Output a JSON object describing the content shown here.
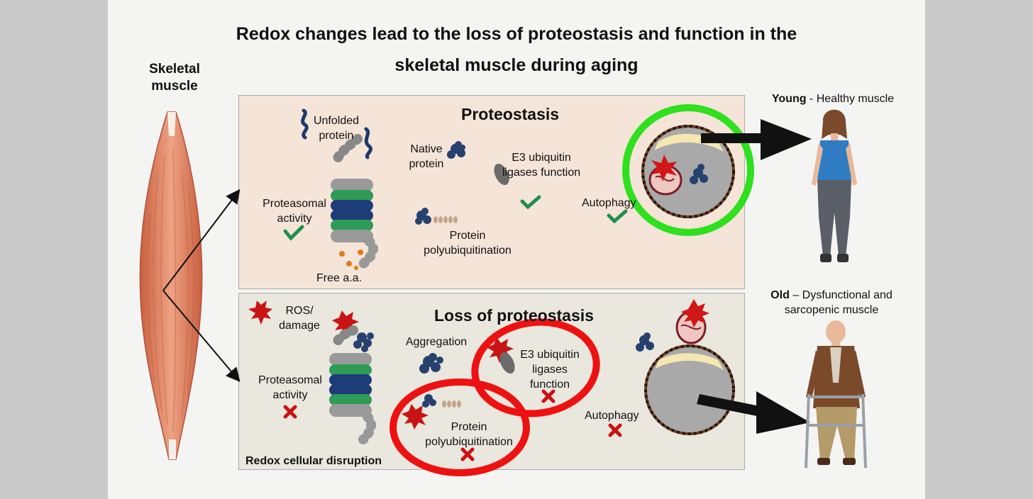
{
  "title": {
    "line1": "Redox changes lead to the loss of proteostasis and function in the",
    "line2": "skeletal muscle during aging"
  },
  "muscle": {
    "label": "Skeletal muscle"
  },
  "top_panel": {
    "title": "Proteostasis",
    "unfolded_protein": "Unfolded protein",
    "native_protein": "Native protein",
    "e3": "E3 ubiquitin ligases function",
    "proteasomal_activity": "Proteasomal activity",
    "autophagy": "Autophagy",
    "polyubiquitination": "Protein polyubiquitination",
    "free_aa": "Free a.a."
  },
  "bottom_panel": {
    "title": "Loss of proteostasis",
    "ros": "ROS/ damage",
    "aggregation": "Aggregation",
    "e3": "E3 ubiquitin ligases function",
    "proteasomal_activity": "Proteasomal activity",
    "autophagy": "Autophagy",
    "polyubiquitination": "Protein polyubiquitination",
    "footer": "Redox cellular disruption"
  },
  "young": {
    "label_bold": "Young",
    "label_rest": " - Healthy muscle"
  },
  "old": {
    "label_bold": "Old",
    "label_rest": " – Dysfunctional and sarcopenic muscle"
  },
  "colors": {
    "green_circle": "#2ee01e",
    "red_circle": "#ee1111",
    "check": "#1f8f4e",
    "cross": "#cc1111",
    "top_panel_bg": "#f5e4d8",
    "bottom_panel_bg": "#e9e7de"
  }
}
